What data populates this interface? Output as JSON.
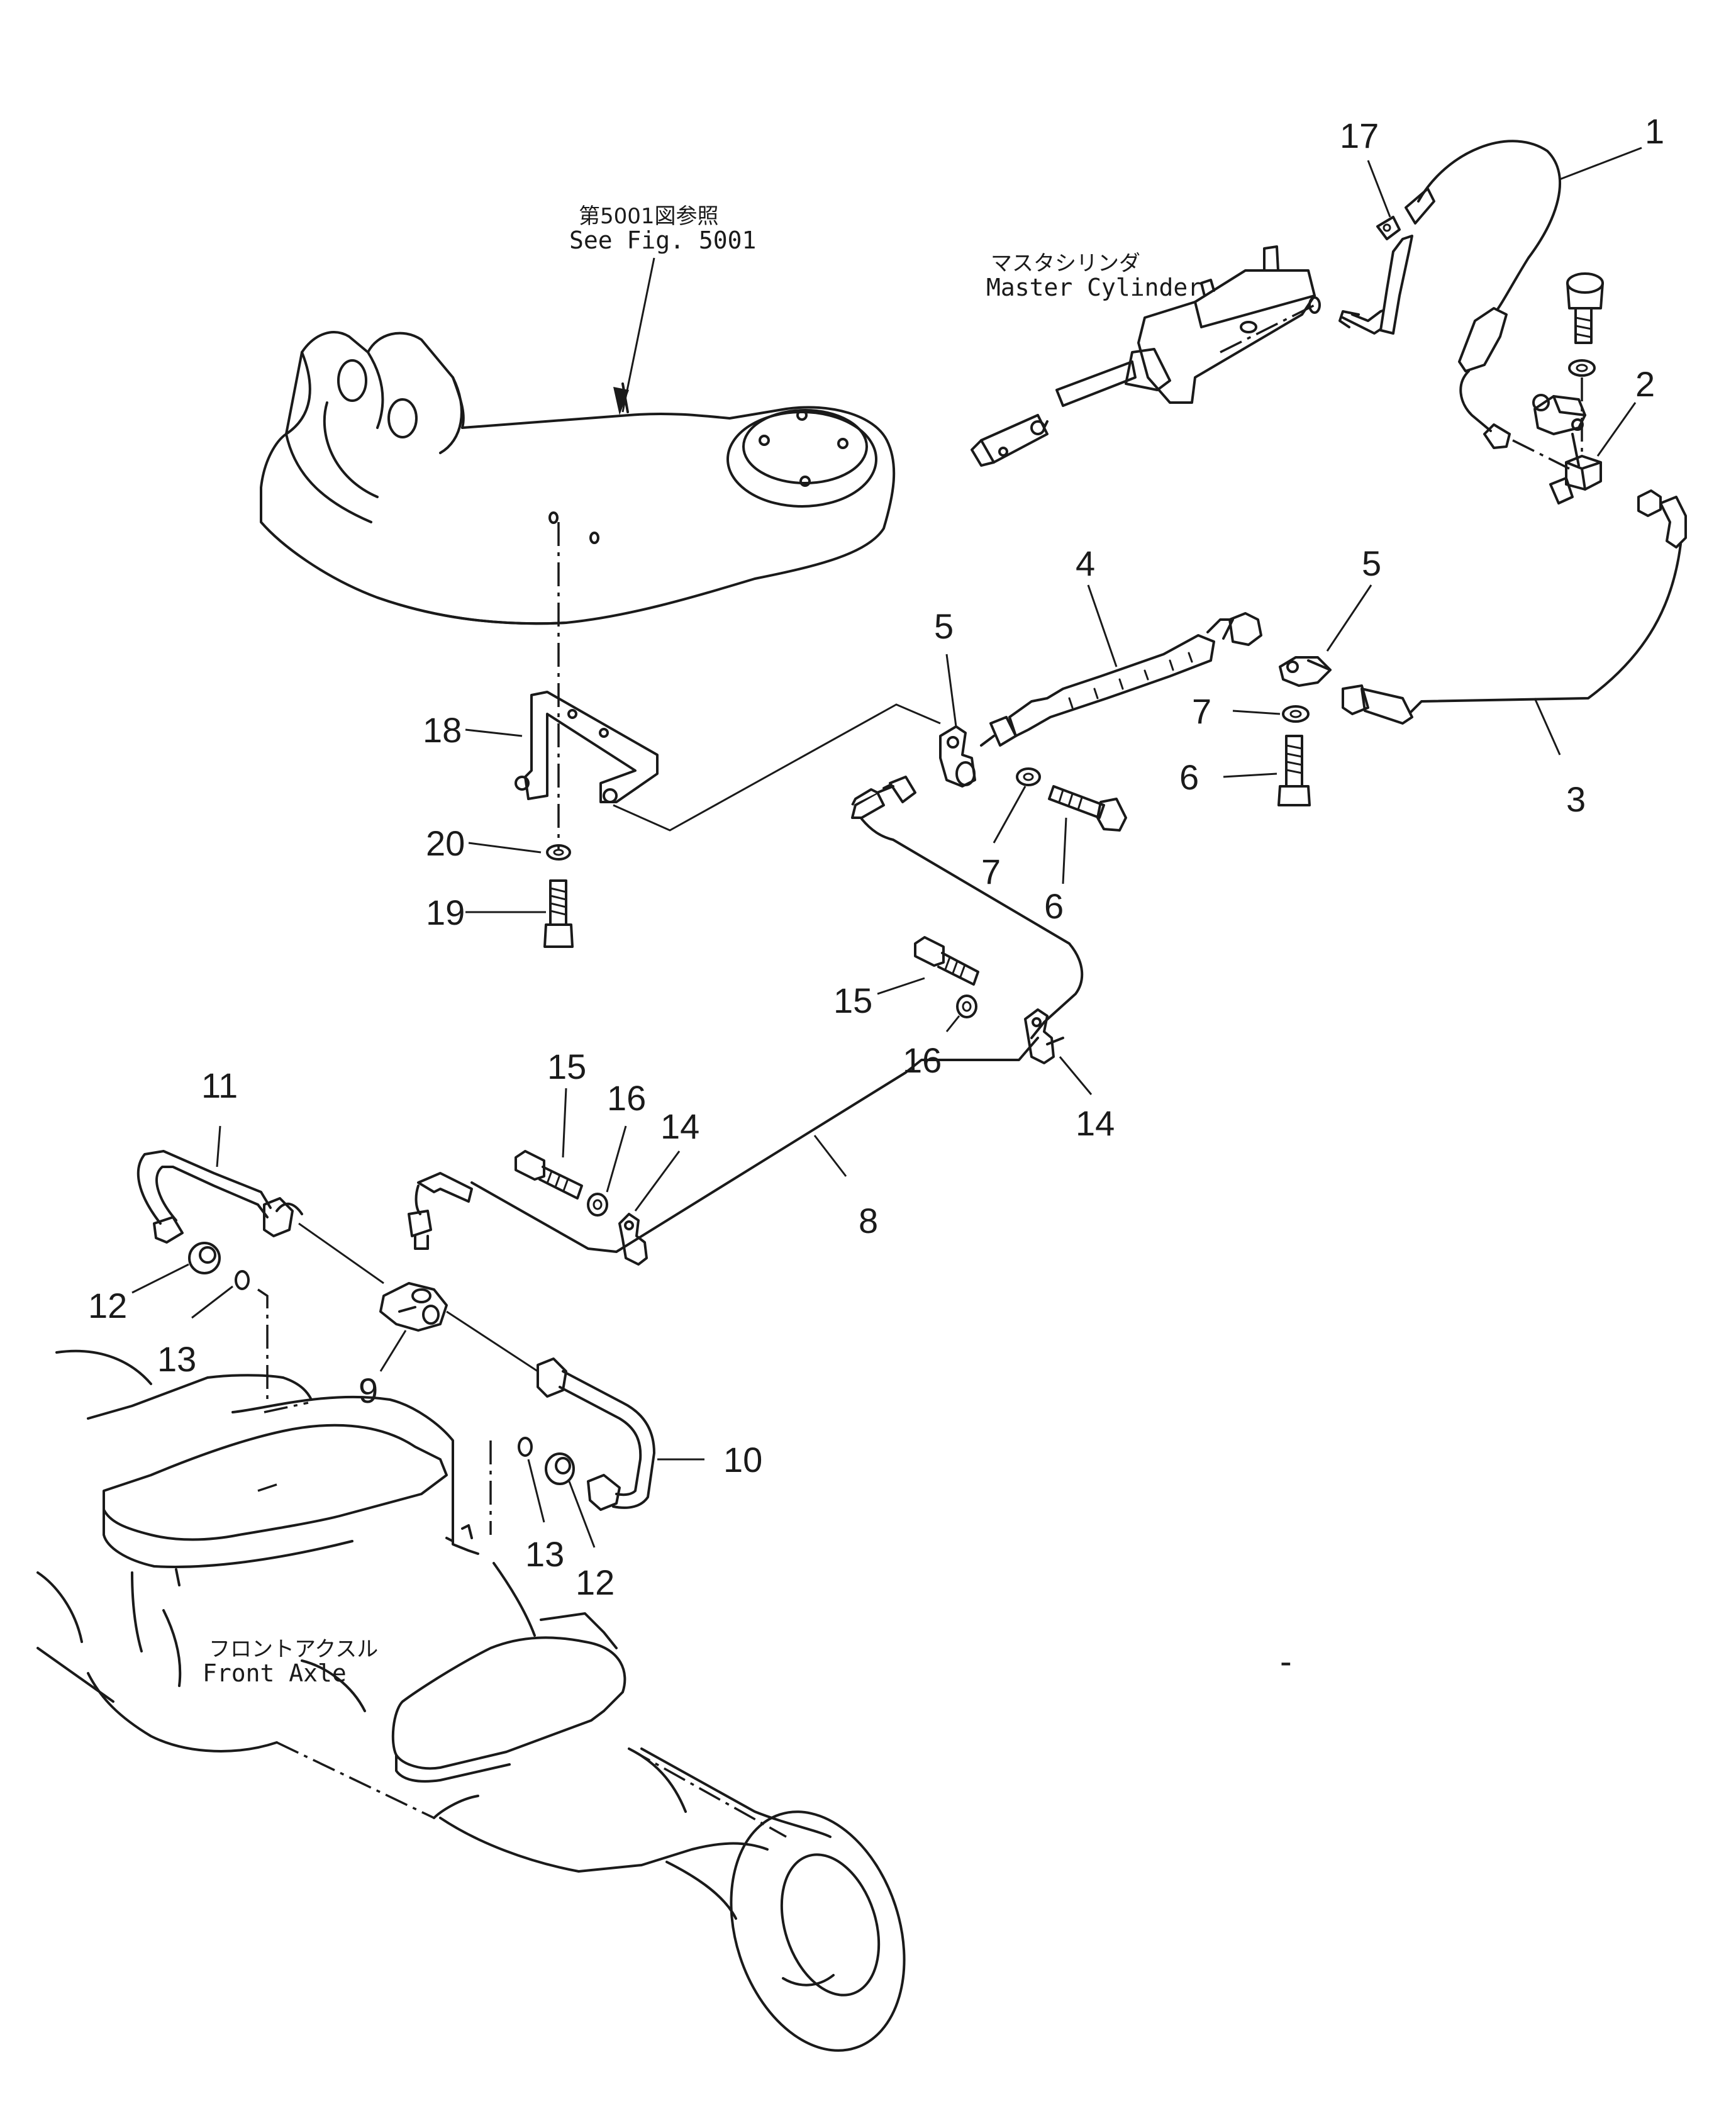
{
  "labels": {
    "see_fig_jp": "第5001図参照",
    "see_fig_en": "See Fig. 5001",
    "master_cyl_jp": "マスタシリンダ",
    "master_cyl_en": "Master Cylinder",
    "front_axle_jp": "フロントアクスル",
    "front_axle_en": "Front Axle",
    "stray_mark": "-"
  },
  "callouts": [
    {
      "id": "c17",
      "text": "17"
    },
    {
      "id": "c1",
      "text": "1"
    },
    {
      "id": "c2",
      "text": "2"
    },
    {
      "id": "c5a",
      "text": "5"
    },
    {
      "id": "c4",
      "text": "4"
    },
    {
      "id": "c5b",
      "text": "5"
    },
    {
      "id": "c7a",
      "text": "7"
    },
    {
      "id": "c6a",
      "text": "6"
    },
    {
      "id": "c3",
      "text": "3"
    },
    {
      "id": "c18",
      "text": "18"
    },
    {
      "id": "c20",
      "text": "20"
    },
    {
      "id": "c19",
      "text": "19"
    },
    {
      "id": "c7b",
      "text": "7"
    },
    {
      "id": "c6b",
      "text": "6"
    },
    {
      "id": "c15a",
      "text": "15"
    },
    {
      "id": "c16a",
      "text": "16"
    },
    {
      "id": "c14a",
      "text": "14"
    },
    {
      "id": "c11",
      "text": "11"
    },
    {
      "id": "c15b",
      "text": "15"
    },
    {
      "id": "c16b",
      "text": "16"
    },
    {
      "id": "c14b",
      "text": "14"
    },
    {
      "id": "c8",
      "text": "8"
    },
    {
      "id": "c12a",
      "text": "12"
    },
    {
      "id": "c13a",
      "text": "13"
    },
    {
      "id": "c9",
      "text": "9"
    },
    {
      "id": "c10",
      "text": "10"
    },
    {
      "id": "c13b",
      "text": "13"
    },
    {
      "id": "c12b",
      "text": "12"
    }
  ]
}
